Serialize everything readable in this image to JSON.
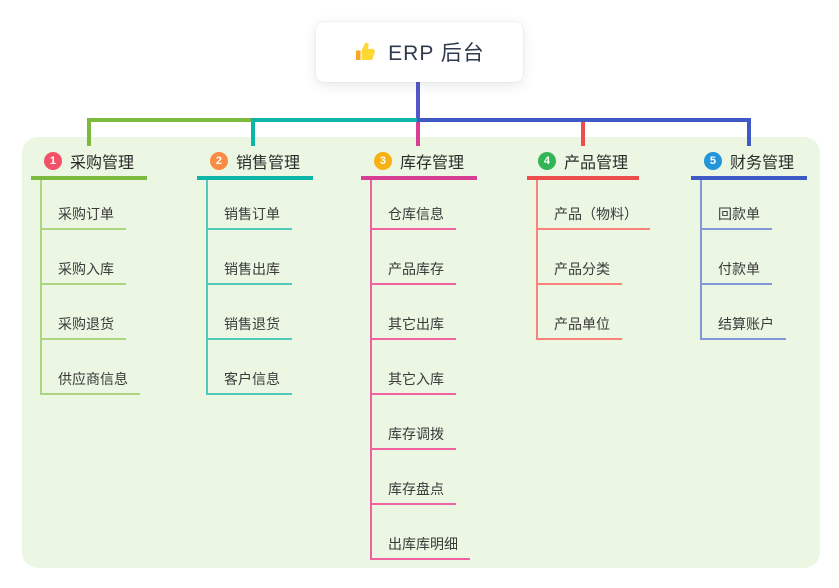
{
  "root": {
    "title": "ERP 后台",
    "icon": "thumbs-up-icon"
  },
  "connector_colors": {
    "root_drop": "#5456ca"
  },
  "branches": [
    {
      "badge": "1",
      "label": "采购管理",
      "children": [
        "采购订单",
        "采购入库",
        "采购退货",
        "供应商信息"
      ],
      "colors": {
        "badge": "#f25268",
        "main": "#7cb93f",
        "light": "#aed581"
      }
    },
    {
      "badge": "2",
      "label": "销售管理",
      "children": [
        "销售订单",
        "销售出库",
        "销售退货",
        "客户信息"
      ],
      "colors": {
        "badge": "#fb8b43",
        "main": "#0cb5a8",
        "light": "#52c9bd"
      }
    },
    {
      "badge": "3",
      "label": "库存管理",
      "children": [
        "仓库信息",
        "产品库存",
        "其它出库",
        "其它入库",
        "库存调拨",
        "库存盘点",
        "出库库明细"
      ],
      "colors": {
        "badge": "#f9b013",
        "main": "#d63f94",
        "light": "#f0629f"
      }
    },
    {
      "badge": "4",
      "label": "产品管理",
      "children": [
        "产品（物料）",
        "产品分类",
        "产品单位"
      ],
      "colors": {
        "badge": "#33b457",
        "main": "#ee4d4d",
        "light": "#f8837b"
      }
    },
    {
      "badge": "5",
      "label": "财务管理",
      "children": [
        "回款单",
        "付款单",
        "结算账户"
      ],
      "colors": {
        "badge": "#2396d9",
        "main": "#3f5ac6",
        "light": "#8296d8"
      }
    }
  ]
}
